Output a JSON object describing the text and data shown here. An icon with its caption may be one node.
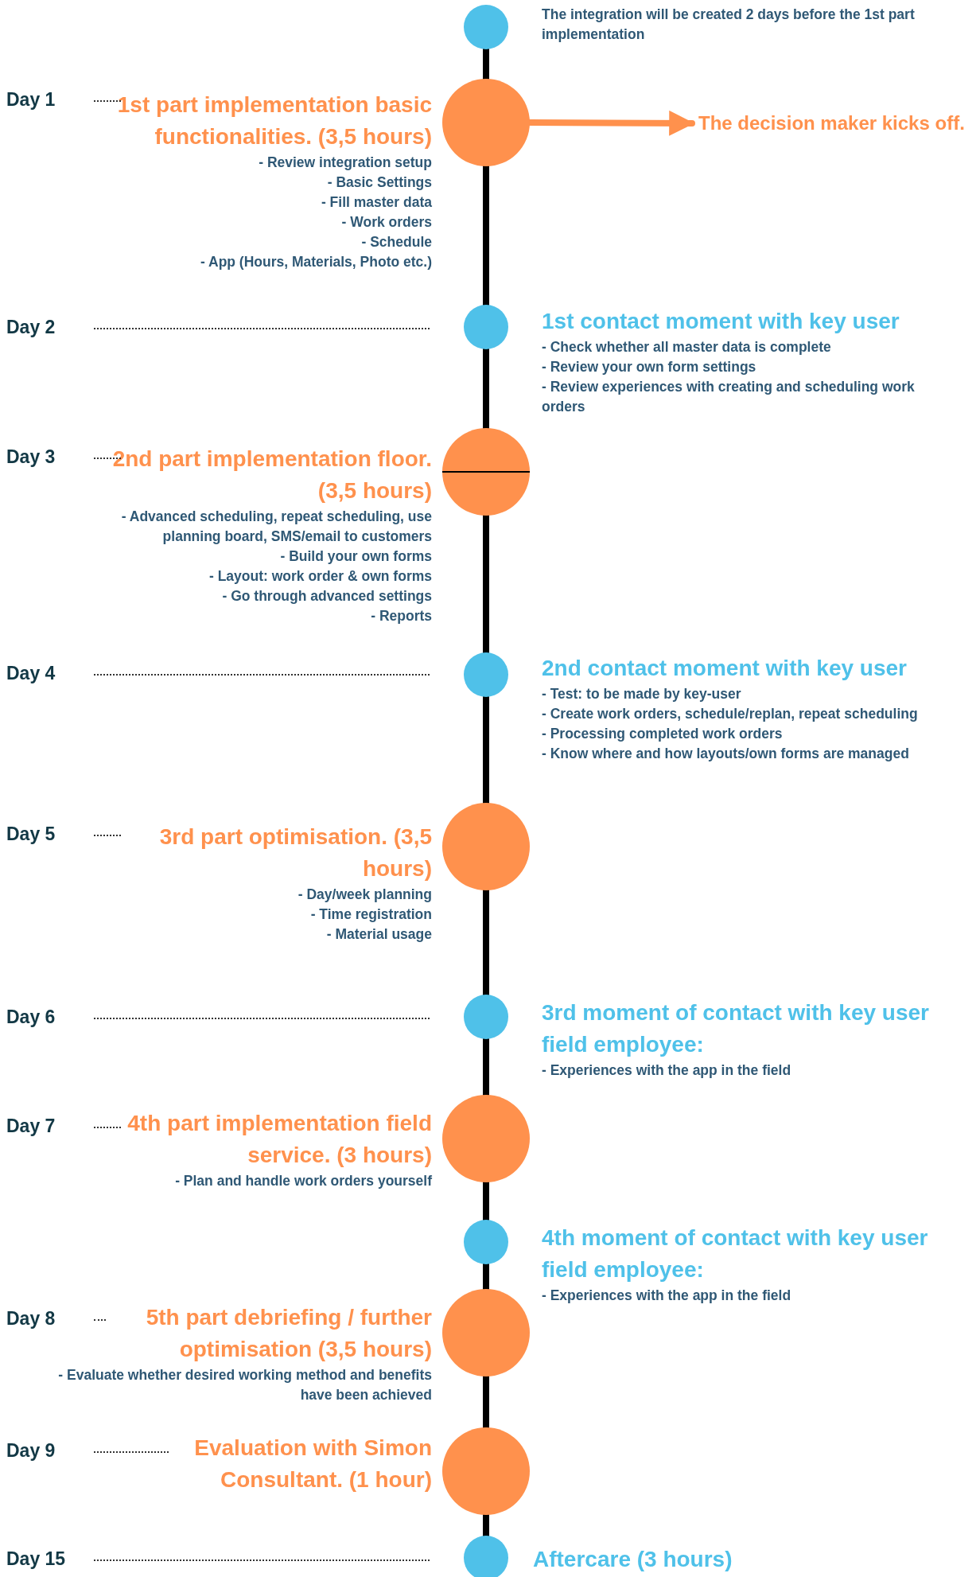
{
  "diagram": {
    "nodes": [
      {
        "text": [],
        "shape": "circle",
        "beside": [
          "The integration will be created 2 days before the 1st part implementation"
        ]
      },
      {
        "text": [],
        "shape": "circle",
        "beside": [
          "1st part implementation basic functionalities. (3,5 hours)",
          "- Review integration setup",
          "- Basic Settings",
          "- Fill master data",
          "- Work orders",
          "- Schedule",
          "- App (Hours, Materials, Photo etc.)"
        ]
      },
      {
        "text": [],
        "shape": "circle",
        "beside": [
          "1st contact moment with key user",
          "- Check whether all master data is complete",
          "- Review your own form settings",
          "- Review experiences with creating and scheduling work orders"
        ]
      },
      {
        "text": [],
        "shape": "circle",
        "beside": [
          "2nd part implementation floor. (3,5 hours)",
          "- Advanced scheduling, repeat scheduling, use planning board, SMS/email to customers",
          "- Build your own forms",
          "- Layout: work order & own forms",
          "- Go through advanced settings",
          "- Reports"
        ]
      },
      {
        "text": [],
        "shape": "circle",
        "beside": [
          "2nd contact moment with key user",
          "- Test: to be made by key-user",
          "- Create work orders, schedule/replan, repeat scheduling",
          "- Processing completed work orders",
          "- Know where and how layouts/own forms are managed"
        ]
      },
      {
        "text": [],
        "shape": "circle",
        "beside": [
          "3rd part optimisation. (3,5 hours)",
          "- Day/week planning",
          "- Time registration",
          "- Material usage"
        ]
      },
      {
        "text": [],
        "shape": "circle",
        "beside": [
          "3rd moment of contact with key user field employee:",
          "- Experiences with the app in the field"
        ]
      },
      {
        "text": [],
        "shape": "circle",
        "beside": [
          "4th part implementation field service. (3 hours)",
          "- Plan and handle work orders yourself"
        ]
      },
      {
        "text": [],
        "shape": "circle",
        "beside": [
          "4th moment of contact with key user field employee:",
          "- Experiences with the app in the field"
        ]
      },
      {
        "text": [],
        "shape": "circle",
        "beside": [
          "5th part debriefing / further optimisation (3,5 hours)",
          "- Evaluate whether desired working method and benefits have been achieved"
        ]
      },
      {
        "text": [],
        "shape": "circle",
        "beside": [
          "Evaluation with Simon Consultant. (1 hour)"
        ]
      },
      {
        "text": [],
        "shape": "circle",
        "beside": [
          "Aftercare (3 hours)"
        ]
      },
      {
        "text": [
          "The decision maker kicks off."
        ]
      }
    ],
    "edges": [
      {
        "from": 0,
        "to": 1,
        "arrow": "none"
      },
      {
        "from": 1,
        "to": 2,
        "arrow": "none"
      },
      {
        "from": 2,
        "to": 3,
        "arrow": "none"
      },
      {
        "from": 3,
        "to": 4,
        "arrow": "none"
      },
      {
        "from": 4,
        "to": 5,
        "arrow": "none"
      },
      {
        "from": 5,
        "to": 6,
        "arrow": "none"
      },
      {
        "from": 6,
        "to": 7,
        "arrow": "none"
      },
      {
        "from": 7,
        "to": 8,
        "arrow": "none"
      },
      {
        "from": 8,
        "to": 9,
        "arrow": "none"
      },
      {
        "from": 9,
        "to": 10,
        "arrow": "none"
      },
      {
        "from": 10,
        "to": 11,
        "arrow": "none"
      },
      {
        "from": 1,
        "to": 12,
        "arrow": "to",
        "color": "#ff914d"
      }
    ],
    "labels": [
      "Day 1",
      "Day 2",
      "Day 3",
      "Day 4",
      "Day 5",
      "Day 6",
      "Day 7",
      "Day 8",
      "Day 9",
      "Day 15"
    ]
  }
}
